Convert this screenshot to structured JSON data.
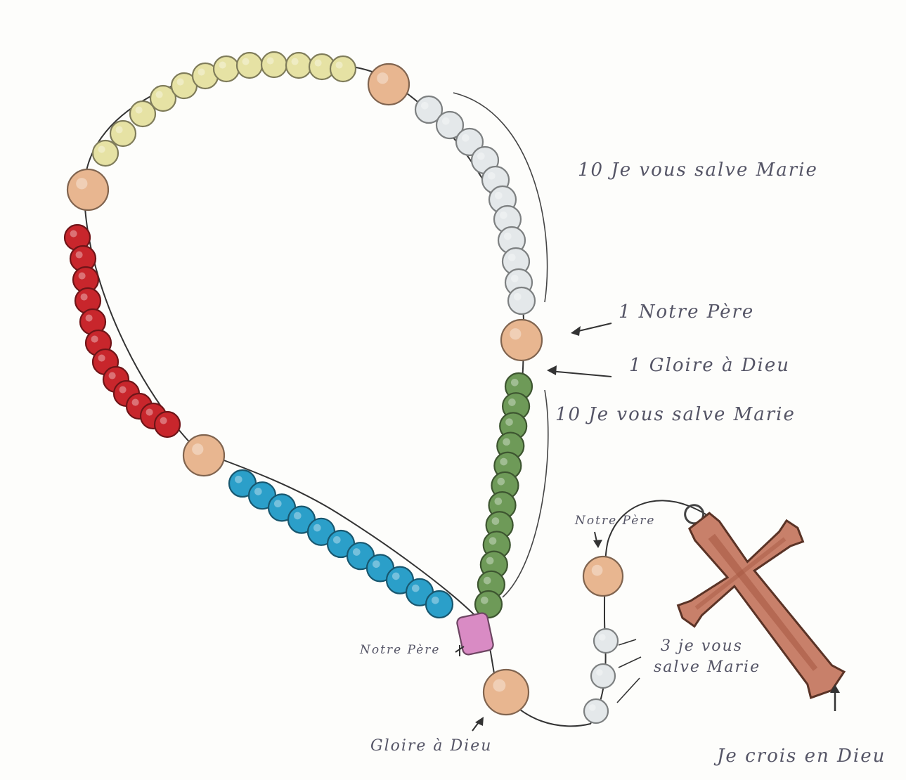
{
  "labels": {
    "decade_top": "10 Je vous salve Marie",
    "our_father_1": "1 Notre Père",
    "glory_1": "1 Gloire à Dieu",
    "decade_green": "10 Je vous salve Marie",
    "our_father_pendant": "Notre Père",
    "our_father_pink": "Notre Père",
    "three_hail_1": "3 je vous",
    "three_hail_2": "salve Marie",
    "glory_bottom": "Gloire à Dieu",
    "creed": "Je crois en Dieu"
  },
  "colors": {
    "decade_yellow": "#e6e2a4",
    "decade_white": "#e4e8ea",
    "decade_red": "#c8262c",
    "decade_blue": "#2b9fc9",
    "decade_green": "#6e9a58",
    "our_father_bead": "#e8b690",
    "pink_bead": "#d98bc4",
    "cross": "#c8806a",
    "string": "#333333"
  }
}
